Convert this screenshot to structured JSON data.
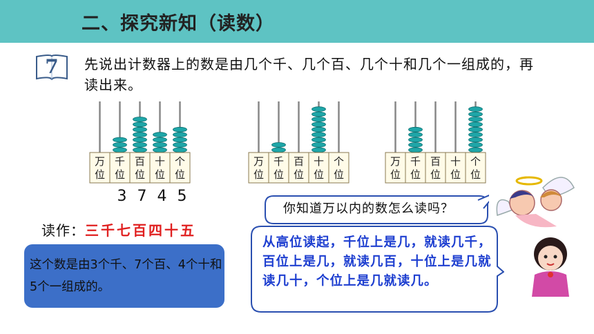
{
  "header": {
    "title": "二、探究新知（读数）"
  },
  "problem": {
    "number": "7",
    "text": "先说出计数器上的数是由几个千、几个百、几个十和几个一组成的，再读出来。"
  },
  "abaci": [
    {
      "labels": [
        [
          "万",
          "位"
        ],
        [
          "千",
          "位"
        ],
        [
          "百",
          "位"
        ],
        [
          "十",
          "位"
        ],
        [
          "个",
          "位"
        ]
      ],
      "beads": [
        0,
        3,
        7,
        4,
        5
      ]
    },
    {
      "labels": [
        [
          "万",
          "位"
        ],
        [
          "千",
          "位"
        ],
        [
          "百",
          "位"
        ],
        [
          "十",
          "位"
        ],
        [
          "个",
          "位"
        ]
      ],
      "beads": [
        0,
        2,
        0,
        9,
        0
      ]
    },
    {
      "labels": [
        [
          "万",
          "位"
        ],
        [
          "千",
          "位"
        ],
        [
          "百",
          "位"
        ],
        [
          "十",
          "位"
        ],
        [
          "个",
          "位"
        ]
      ],
      "beads": [
        0,
        5,
        0,
        0,
        9
      ]
    }
  ],
  "digits": [
    "3",
    "7",
    "4",
    "5"
  ],
  "reading": {
    "label": "读作：",
    "value": "三千七百四十五"
  },
  "composition": "这个数是由3个千、7个百、4个十和5个一组成的。",
  "bubble_question": "你知道万以内的数怎么读吗？",
  "bubble_answer": "从高位读起，千位上是几，就读几千，百位上是几，就读几百，十位上是几就读几十，个位上是几就读几。",
  "colors": {
    "header": "#5ec3c3",
    "bead": "#1fa6a8",
    "answer_text": "#1e3fd0",
    "reading_value": "#e02020",
    "box": "#3c6fc8"
  }
}
